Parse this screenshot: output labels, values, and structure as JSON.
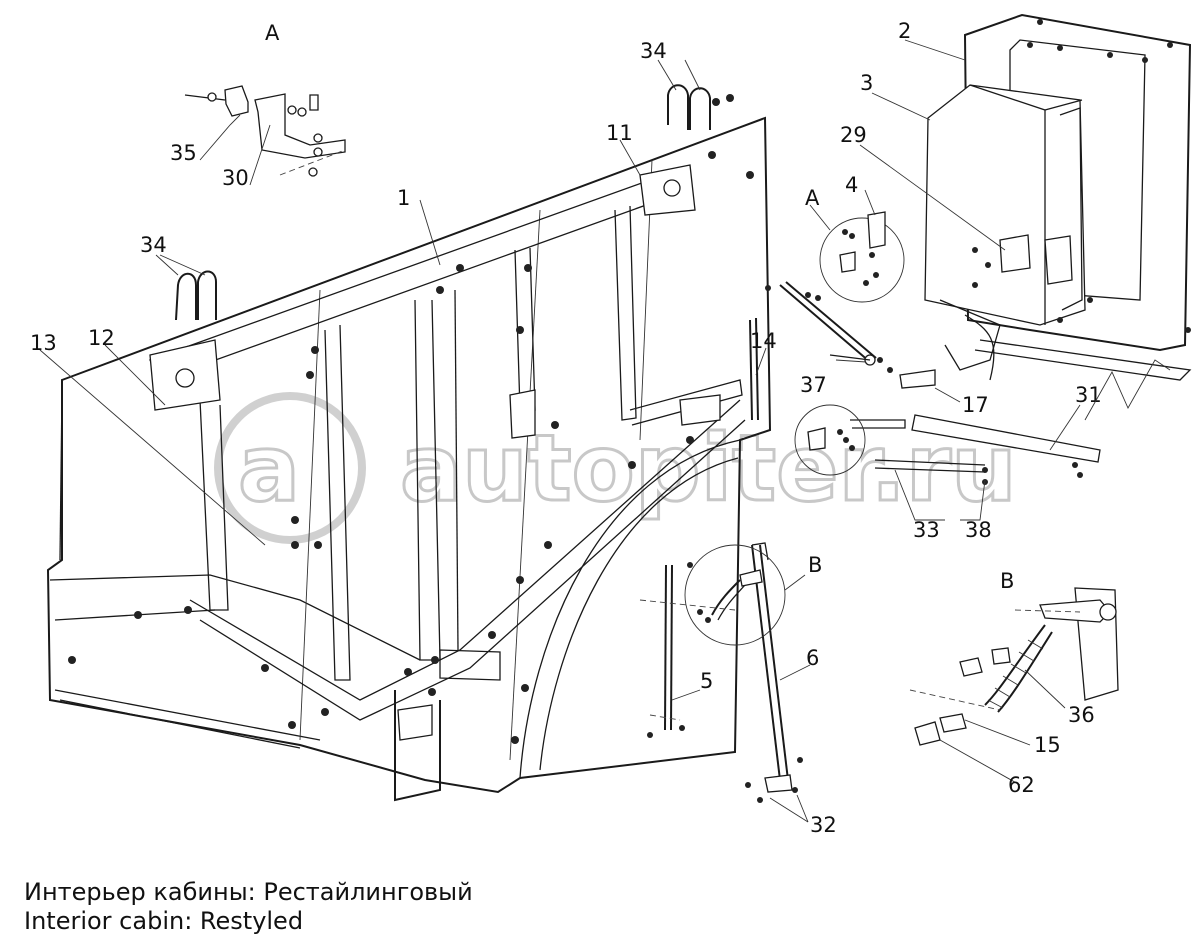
{
  "diagram": {
    "callouts": [
      "1",
      "2",
      "3",
      "4",
      "5",
      "6",
      "11",
      "12",
      "13",
      "14",
      "15",
      "17",
      "29",
      "30",
      "31",
      "32",
      "33",
      "34",
      "35",
      "36",
      "37",
      "38",
      "62"
    ],
    "view_labels": [
      "A",
      "B"
    ],
    "watermark": "autopiter.ru"
  },
  "captions": {
    "ru": "Интерьер кабины: Рестайлинговый",
    "en": "Interior cabin: Restyled"
  }
}
